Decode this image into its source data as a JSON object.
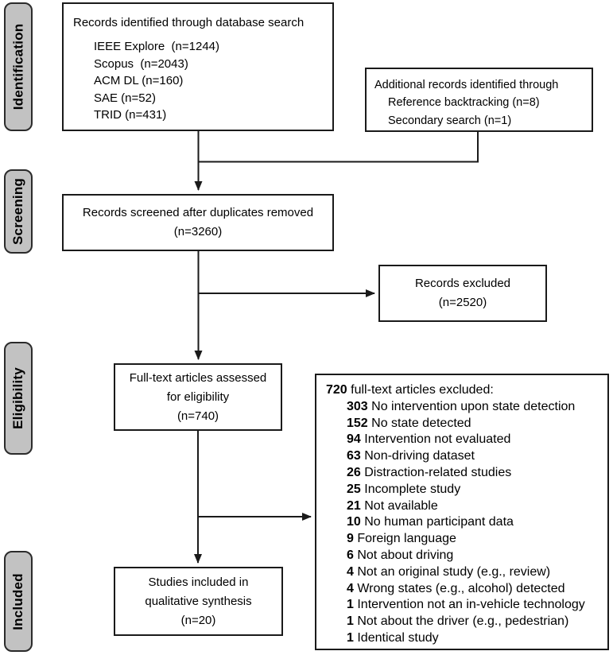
{
  "stages": [
    {
      "label": "Identification"
    },
    {
      "label": "Screening"
    },
    {
      "label": "Eligibility"
    },
    {
      "label": "Included"
    }
  ],
  "boxes": {
    "database_search": {
      "title": "Records identified through database search",
      "items": [
        "IEEE Explore  (n=1244)",
        "Scopus  (n=2043)",
        "ACM DL (n=160)",
        "SAE (n=52)",
        "TRID (n=431)"
      ]
    },
    "additional_records": {
      "title": "Additional records identified through",
      "items": [
        "Reference backtracking (n=8)",
        "Secondary search (n=1)"
      ]
    },
    "records_screened": {
      "lines": [
        "Records screened after duplicates removed",
        "(n=3260)"
      ]
    },
    "records_excluded": {
      "lines": [
        "Records excluded",
        "(n=2520)"
      ]
    },
    "fulltext_assessed": {
      "lines": [
        "Full-text articles assessed",
        "for eligibility",
        "(n=740)"
      ]
    },
    "fulltext_excluded": {
      "header": {
        "count": "720",
        "text": "full-text articles excluded:"
      },
      "reasons": [
        {
          "count": "303",
          "reason": "No intervention upon state detection"
        },
        {
          "count": "152",
          "reason": "No state detected"
        },
        {
          "count": "94",
          "reason": "Intervention not evaluated"
        },
        {
          "count": "63",
          "reason": "Non-driving dataset"
        },
        {
          "count": "26",
          "reason": "Distraction-related studies"
        },
        {
          "count": "25",
          "reason": "Incomplete study"
        },
        {
          "count": "21",
          "reason": "Not available"
        },
        {
          "count": "10",
          "reason": "No human participant data"
        },
        {
          "count": "9",
          "reason": "Foreign language"
        },
        {
          "count": "6",
          "reason": "Not about driving"
        },
        {
          "count": "4",
          "reason": "Not an original study (e.g., review)"
        },
        {
          "count": "4",
          "reason": "Wrong states (e.g., alcohol) detected"
        },
        {
          "count": "1",
          "reason": "Intervention not an in-vehicle technology"
        },
        {
          "count": "1",
          "reason": "Not about the driver (e.g., pedestrian)"
        },
        {
          "count": "1",
          "reason": "Identical study"
        }
      ]
    },
    "studies_included": {
      "lines": [
        "Studies included in",
        "qualitative synthesis",
        "(n=20)"
      ]
    }
  },
  "colors": {
    "stage_fill": "#c2c2c2",
    "stage_border": "#2b2b2b",
    "box_border": "#1a1a1a",
    "line": "#1a1a1a",
    "text": "#000000",
    "background": "#ffffff"
  }
}
